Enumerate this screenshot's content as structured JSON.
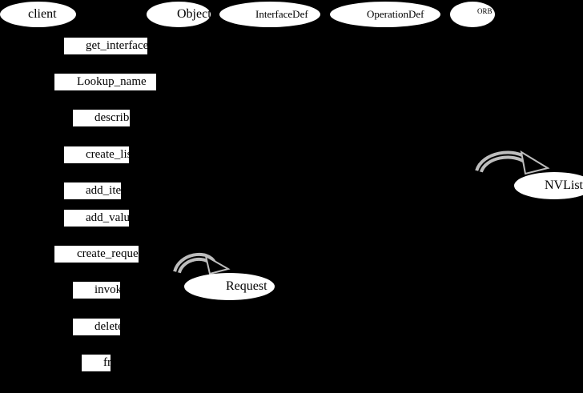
{
  "diagram": {
    "title": "Dynamic Invocation Sequence",
    "objects": {
      "client": "client",
      "object": "Object",
      "interface_def": "InterfaceDef",
      "operation_def": "OperationDef",
      "orb": "ORB"
    },
    "messages": {
      "get_interface": "get_interface",
      "lookup_name": "Lookup_name",
      "describe": "describe",
      "create_list": "create_list",
      "add_item": "add_item",
      "add_value": "add_value",
      "create_request": "create_request",
      "invoke": "invoke",
      "delete": "delete",
      "free": "free"
    },
    "created": {
      "nvlist": "NVList",
      "request": "Request"
    },
    "colors": {
      "background": "#000000",
      "box": "#ffffff",
      "arrow": "#bdbdbd"
    }
  }
}
